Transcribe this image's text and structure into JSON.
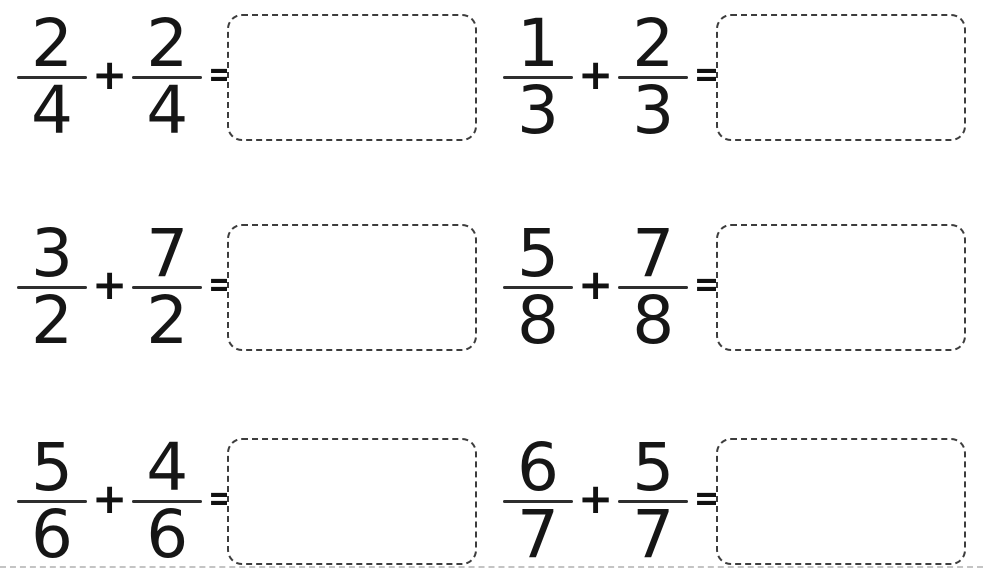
{
  "worksheet": {
    "problems": [
      {
        "f1": {
          "num": "2",
          "den": "4"
        },
        "op": "+",
        "f2": {
          "num": "2",
          "den": "4"
        },
        "eq": "=",
        "answer": ""
      },
      {
        "f1": {
          "num": "1",
          "den": "3"
        },
        "op": "+",
        "f2": {
          "num": "2",
          "den": "3"
        },
        "eq": "=",
        "answer": ""
      },
      {
        "f1": {
          "num": "3",
          "den": "2"
        },
        "op": "+",
        "f2": {
          "num": "7",
          "den": "2"
        },
        "eq": "=",
        "answer": ""
      },
      {
        "f1": {
          "num": "5",
          "den": "8"
        },
        "op": "+",
        "f2": {
          "num": "7",
          "den": "8"
        },
        "eq": "=",
        "answer": ""
      },
      {
        "f1": {
          "num": "5",
          "den": "6"
        },
        "op": "+",
        "f2": {
          "num": "4",
          "den": "6"
        },
        "eq": "=",
        "answer": ""
      },
      {
        "f1": {
          "num": "6",
          "den": "7"
        },
        "op": "+",
        "f2": {
          "num": "5",
          "den": "7"
        },
        "eq": "=",
        "answer": ""
      }
    ],
    "colors": {
      "ink": "#161616",
      "fraction_bar": "#2e2e2e",
      "answer_box_border": "#3d3d3d",
      "crop_line": "#c4c4c4",
      "background": "#ffffff"
    }
  }
}
